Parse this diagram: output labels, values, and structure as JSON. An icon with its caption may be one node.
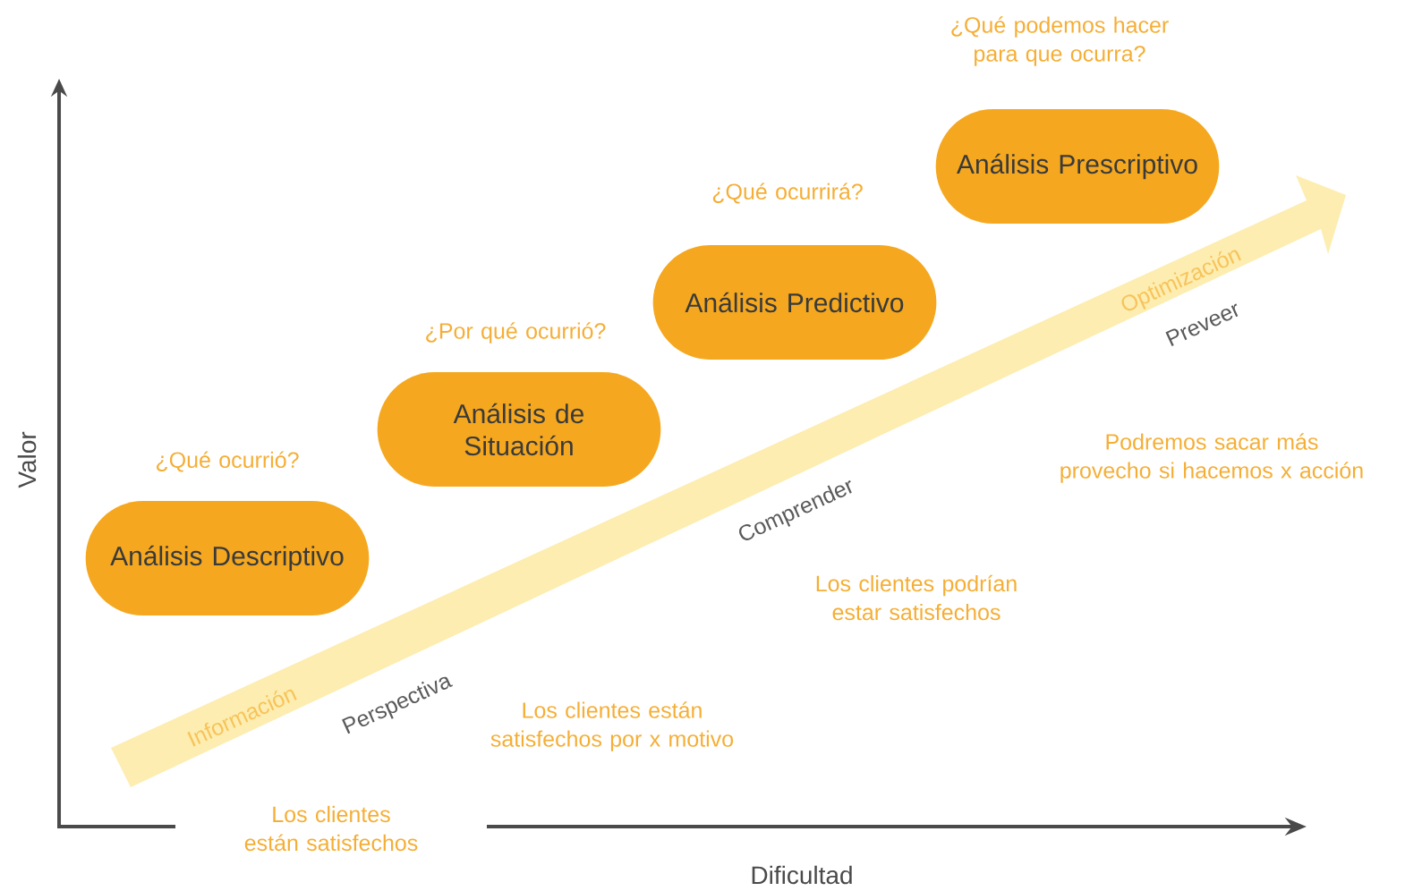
{
  "diagram": {
    "nodes": [
      {
        "text": [
          "Análisis Descriptivo"
        ],
        "beside": [
          "¿Qué ocurrió?"
        ]
      },
      {
        "text": [
          "Análisis de Situación"
        ],
        "beside": [
          "¿Por qué ocurrió?"
        ]
      },
      {
        "text": [
          "Análisis Predictivo"
        ],
        "beside": [
          "¿Qué ocurrirá?"
        ]
      },
      {
        "text": [
          "Análisis Prescriptivo"
        ],
        "beside": [
          "¿Qué podemos hacer para que ocurra?"
        ]
      }
    ],
    "edges": [],
    "labels": [
      "Valor",
      "Información",
      "Perspectiva",
      "Comprender",
      "Optimización",
      "Preveer",
      "Podremos sacar más provecho si hacemos x acción",
      "Los clientes podrían estar satisfechos",
      "Los clientes están satisfechos por x motivo",
      "Los clientes están satisfechos",
      "Dificultad"
    ]
  }
}
